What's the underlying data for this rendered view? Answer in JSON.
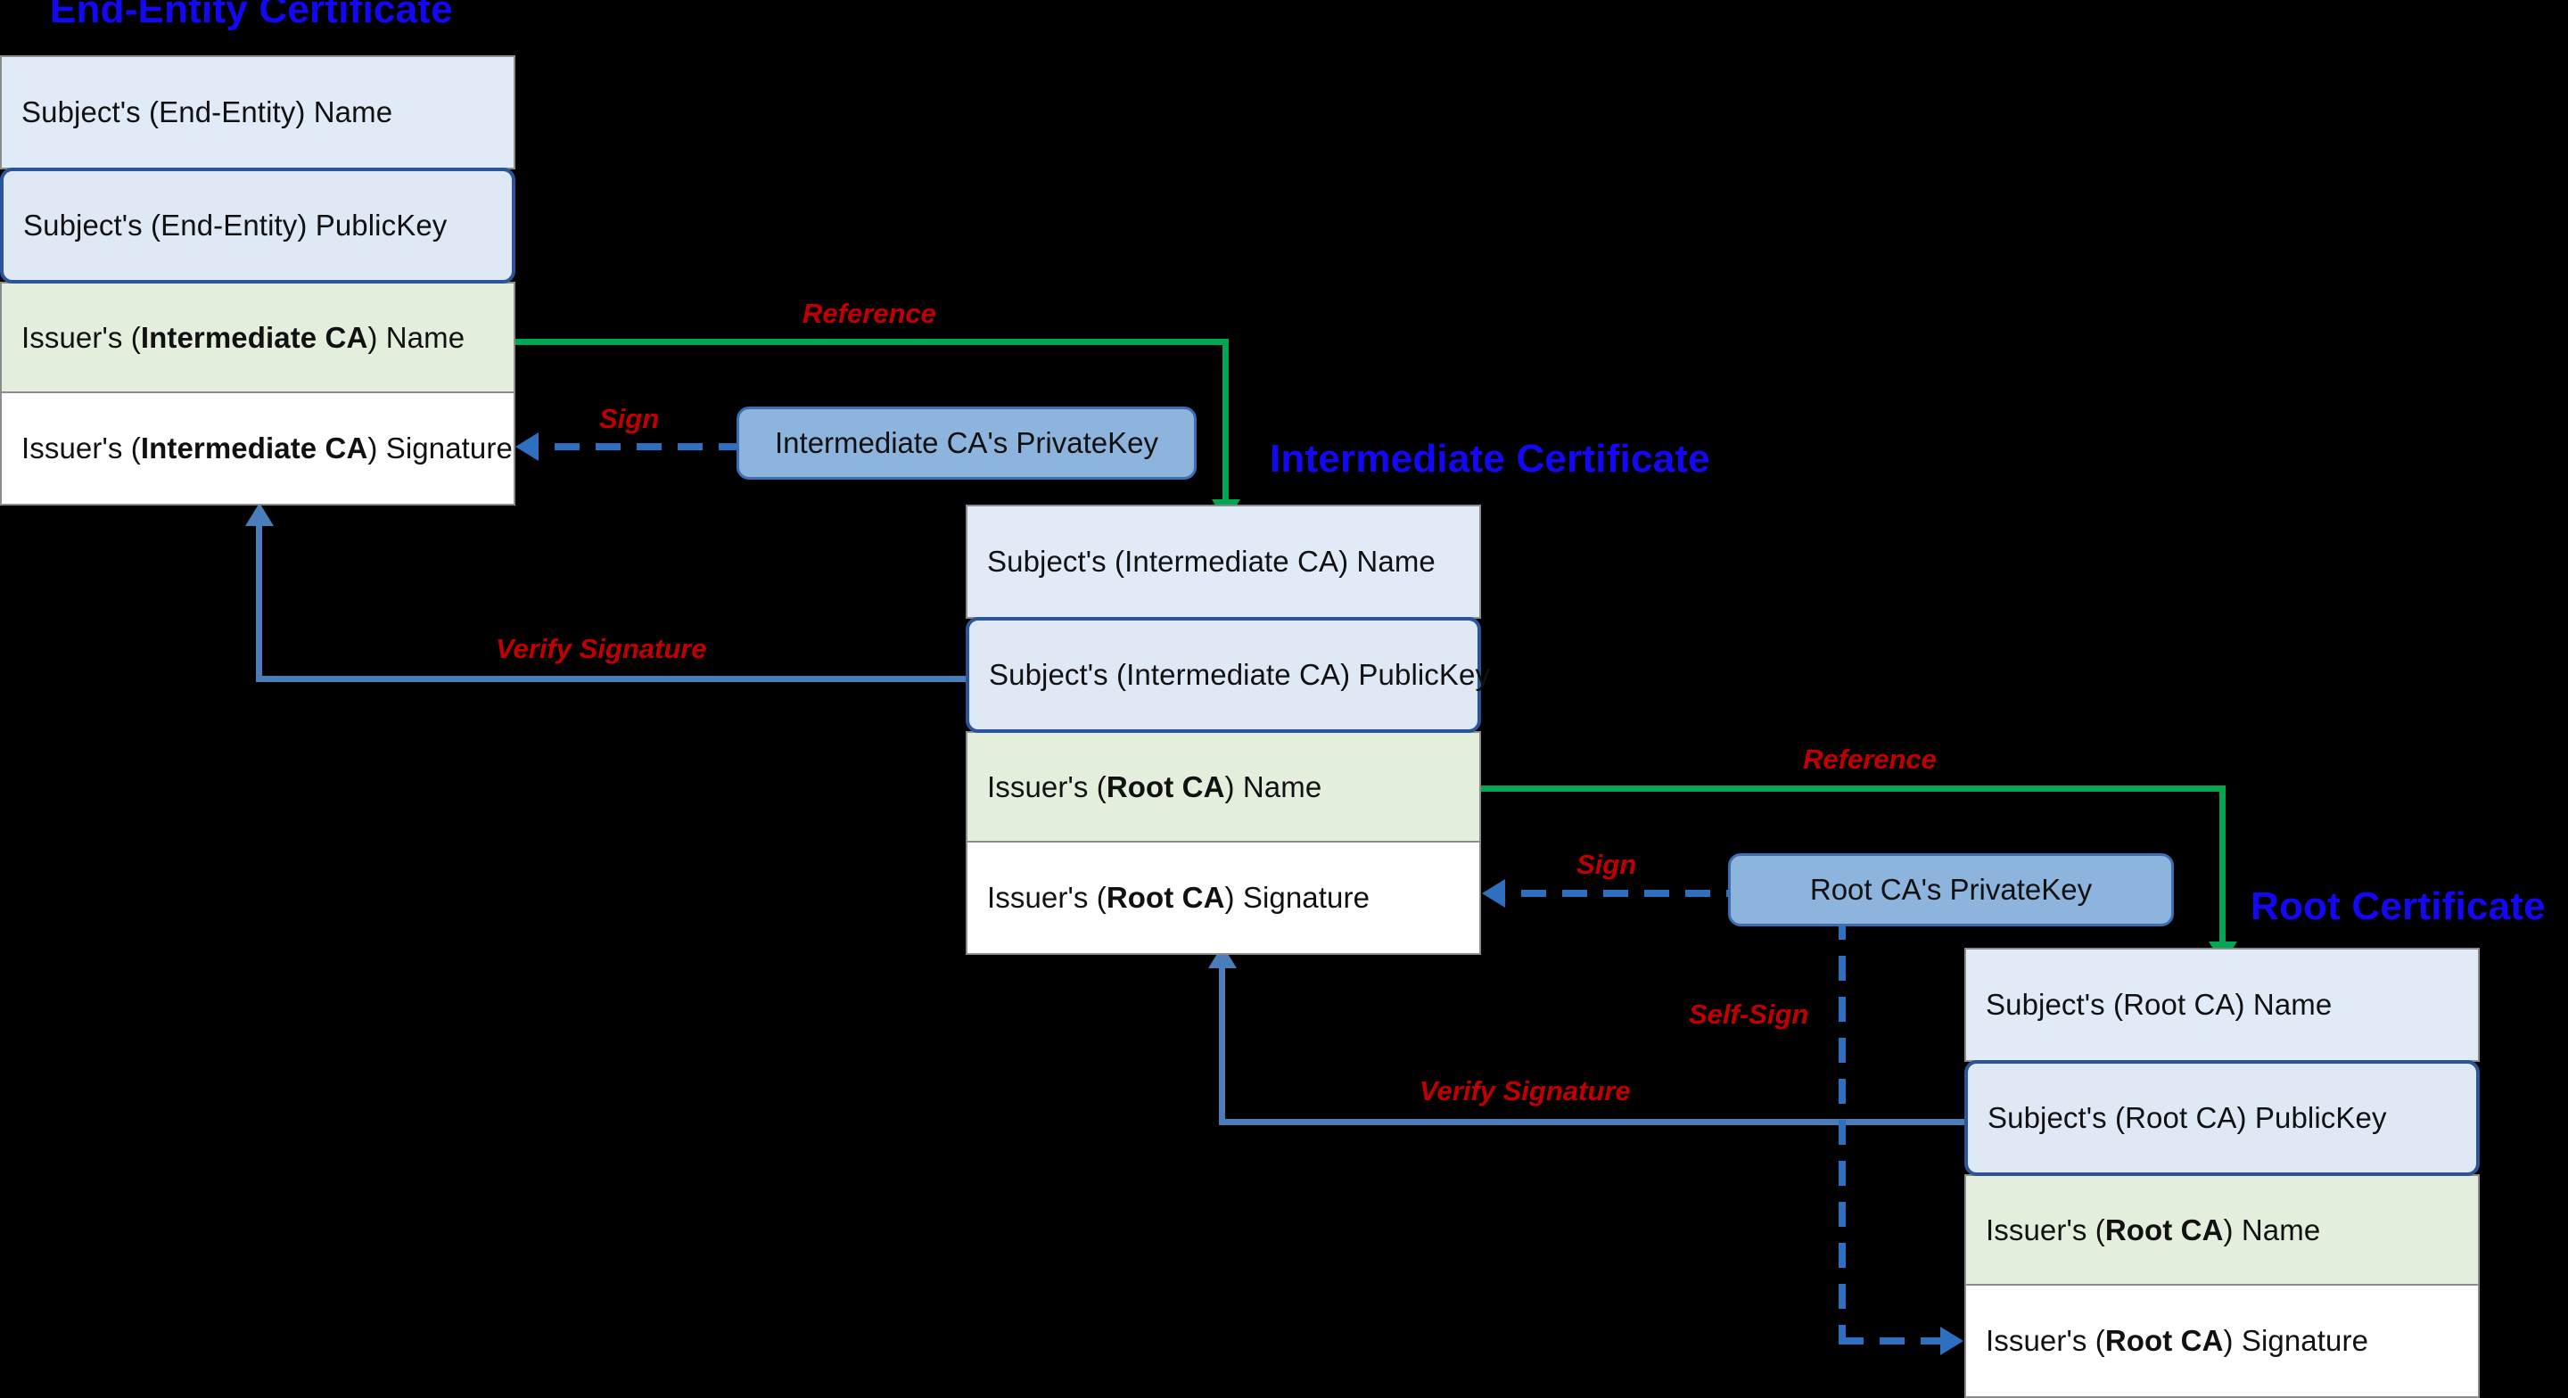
{
  "diagram": {
    "title_endentity": "End-Entity Certificate",
    "title_intermediate": "Intermediate Certificate",
    "title_root": "Root Certificate"
  },
  "certificates": {
    "end_entity": {
      "rows": [
        {
          "kind": "subject-name",
          "prefix": "Subject's (End-Entity) Name",
          "bold": "",
          "suffix": ""
        },
        {
          "kind": "subject-publickey",
          "prefix": "Subject's (End-Entity) PublicKey",
          "bold": "",
          "suffix": ""
        },
        {
          "kind": "issuer-name",
          "prefix": "Issuer's (",
          "bold": "Intermediate CA",
          "suffix": ") Name"
        },
        {
          "kind": "issuer-signature",
          "prefix": "Issuer's (",
          "bold": "Intermediate CA",
          "suffix": ") Signature"
        }
      ]
    },
    "intermediate": {
      "rows": [
        {
          "kind": "subject-name",
          "prefix": "Subject's (Intermediate CA) Name",
          "bold": "",
          "suffix": ""
        },
        {
          "kind": "subject-publickey",
          "prefix": "Subject's (Intermediate CA) PublicKey",
          "bold": "",
          "suffix": ""
        },
        {
          "kind": "issuer-name",
          "prefix": "Issuer's (",
          "bold": "Root CA",
          "suffix": ") Name"
        },
        {
          "kind": "issuer-signature",
          "prefix": "Issuer's (",
          "bold": "Root CA",
          "suffix": ") Signature"
        }
      ]
    },
    "root": {
      "rows": [
        {
          "kind": "subject-name",
          "prefix": "Subject's (Root CA) Name",
          "bold": "",
          "suffix": ""
        },
        {
          "kind": "subject-publickey",
          "prefix": "Subject's (Root CA) PublicKey",
          "bold": "",
          "suffix": ""
        },
        {
          "kind": "issuer-name",
          "prefix": "Issuer's (",
          "bold": "Root CA",
          "suffix": ") Name"
        },
        {
          "kind": "issuer-signature",
          "prefix": "Issuer's (",
          "bold": "Root CA",
          "suffix": ") Signature"
        }
      ]
    }
  },
  "keys": {
    "intermediate_private": "Intermediate CA's PrivateKey",
    "root_private": "Root CA's PrivateKey"
  },
  "edges": {
    "reference_1": "Reference",
    "sign_1": "Sign",
    "verify_1": "Verify Signature",
    "reference_2": "Reference",
    "sign_2": "Sign",
    "verify_2": "Verify Signature",
    "self_sign": "Self-Sign"
  },
  "colors": {
    "title_blue": "#1407f5",
    "label_red": "#c00000",
    "reference_green": "#00a651",
    "verify_blue": "#4a7ebb",
    "sign_blue": "#2f6fc0",
    "subject_fill": "#e1ebf7",
    "issuer_name_fill": "#e4eedc",
    "signature_fill": "#ffffff",
    "privatekey_fill": "#8db4dd"
  }
}
